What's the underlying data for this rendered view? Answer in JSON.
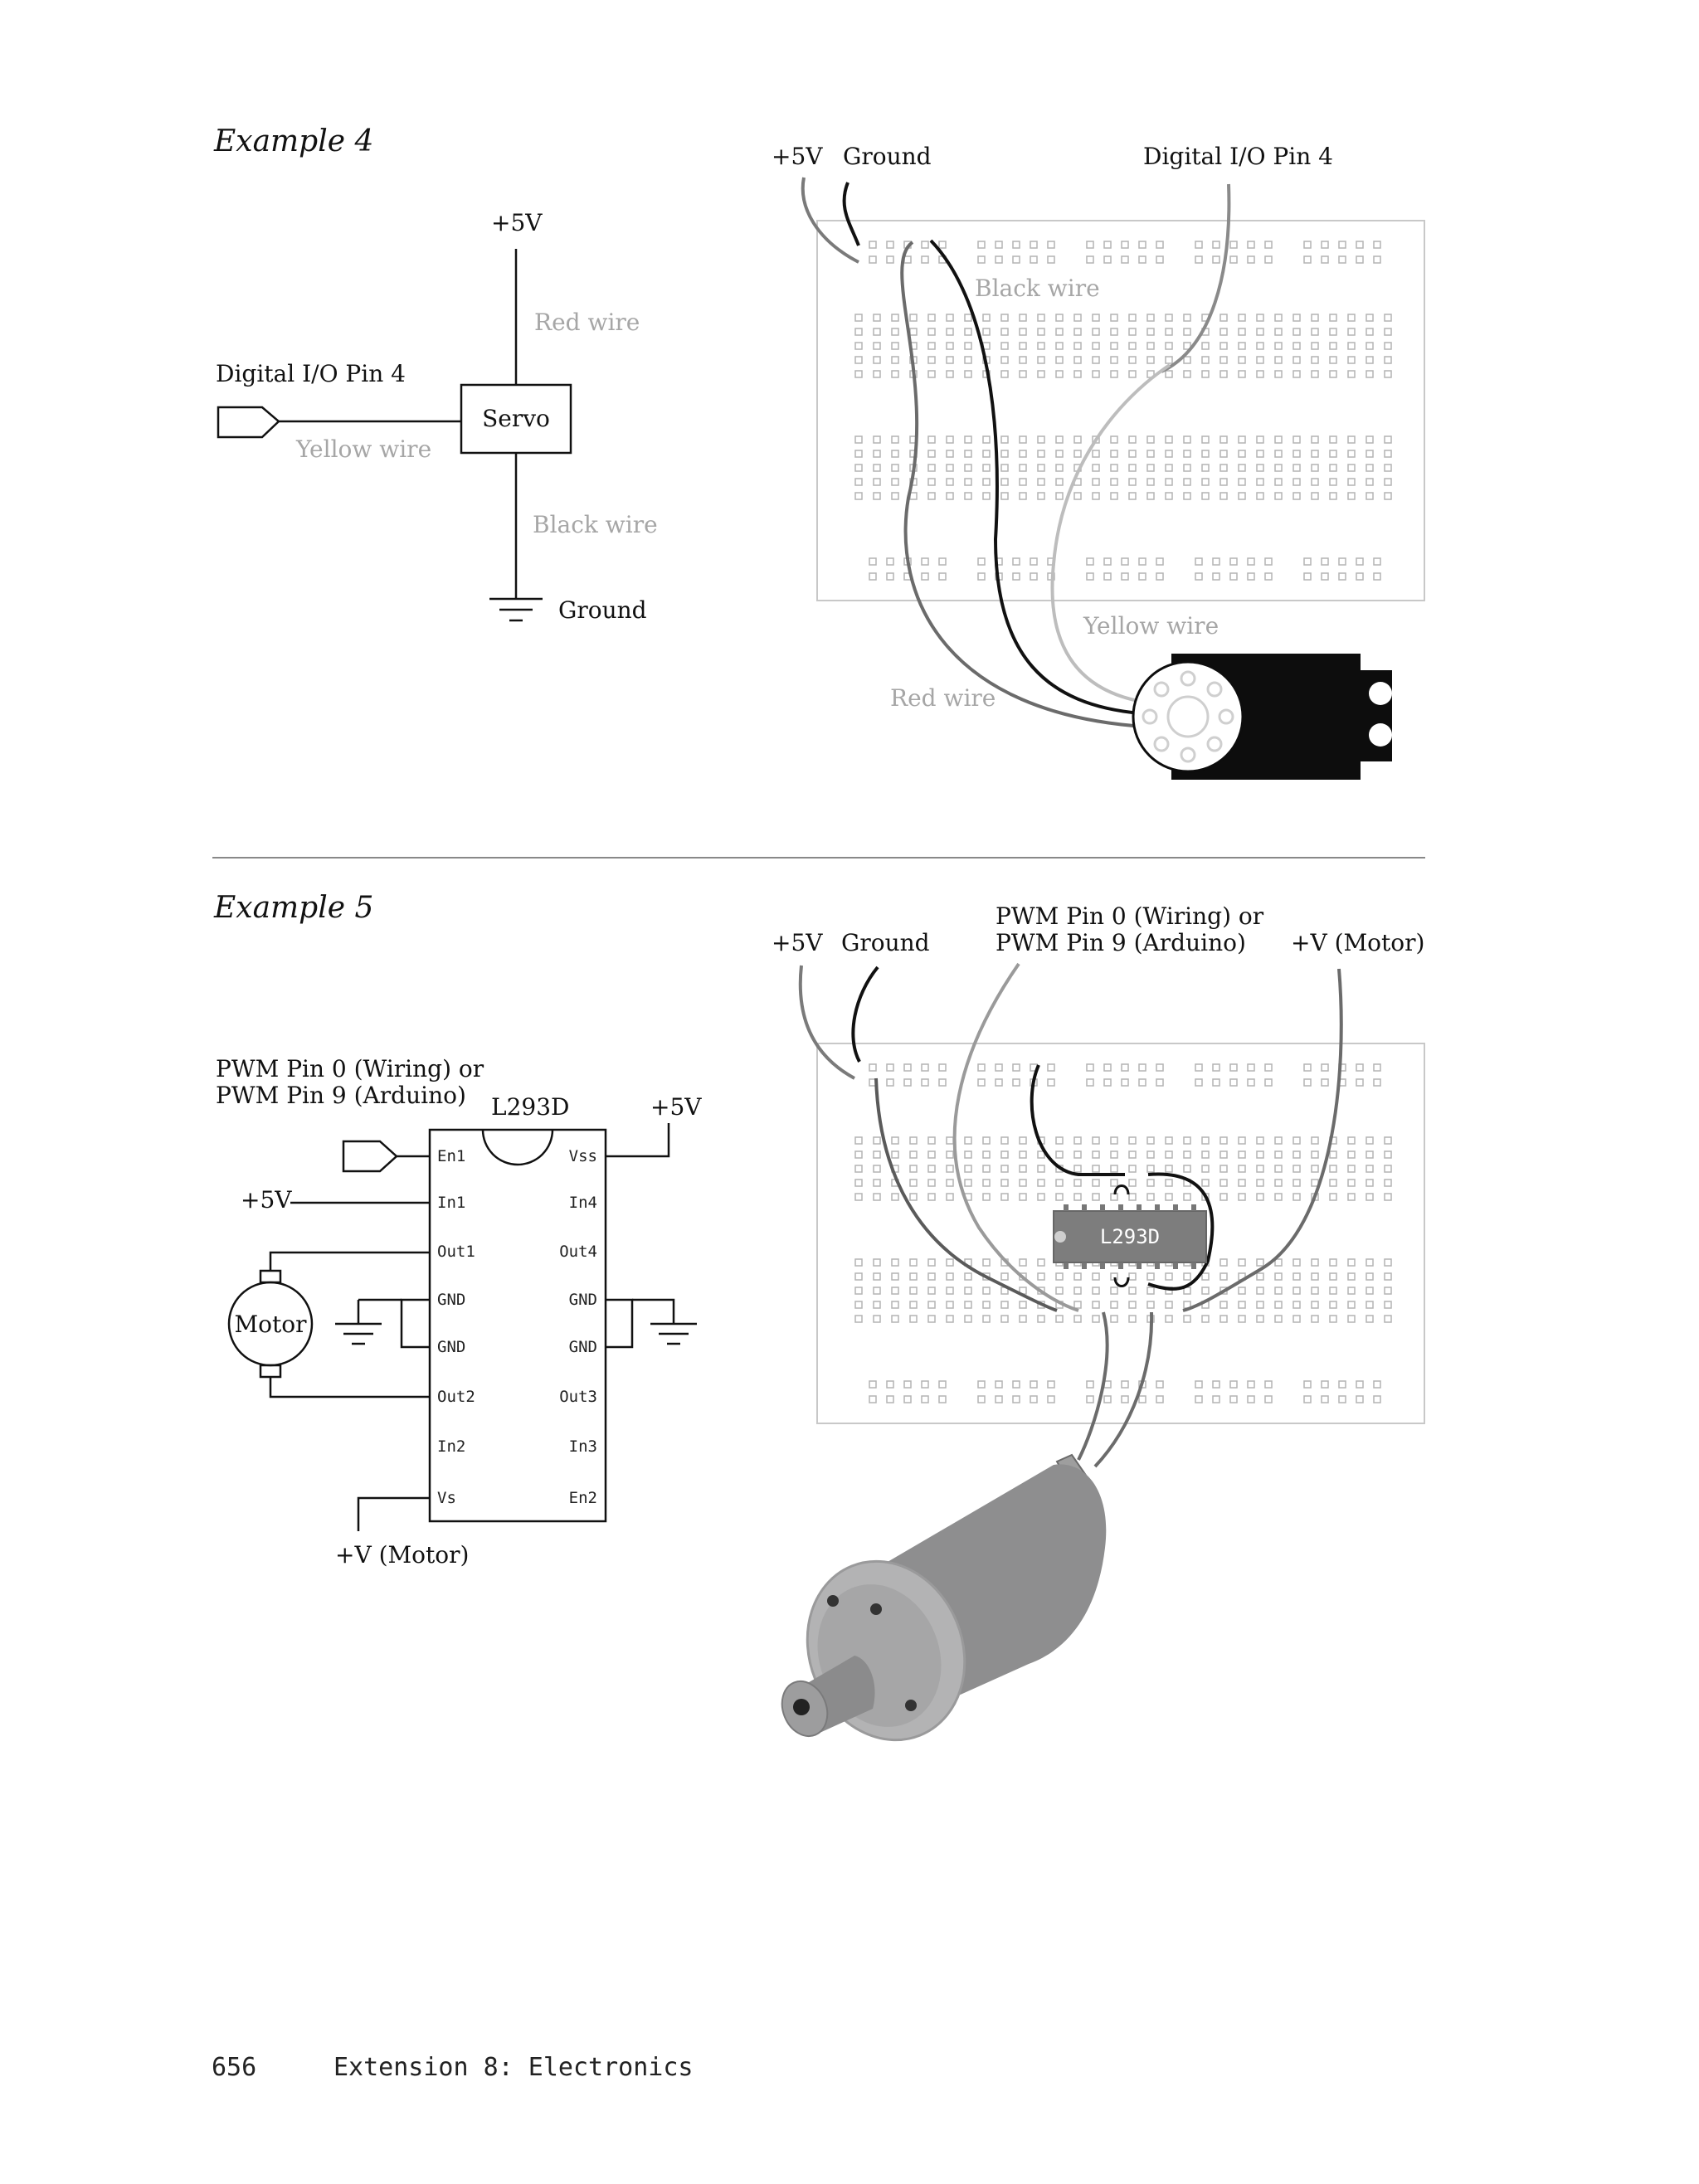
{
  "example4": {
    "heading": "Example 4",
    "schematic": {
      "plus5v": "+5V",
      "red_wire": "Red wire",
      "pin_label": "Digital I/O Pin 4",
      "servo": "Servo",
      "yellow_wire": "Yellow wire",
      "black_wire": "Black wire",
      "ground": "Ground"
    },
    "breadboard": {
      "plus5v": "+5V",
      "ground": "Ground",
      "pin_label": "Digital I/O Pin 4",
      "black_wire": "Black wire",
      "yellow_wire": "Yellow wire",
      "red_wire": "Red wire"
    }
  },
  "example5": {
    "heading": "Example 5",
    "schematic": {
      "pwm_line1": "PWM Pin 0 (Wiring) or",
      "pwm_line2": "PWM Pin 9 (Arduino)",
      "chip": "L293D",
      "vss_supply": "+5V",
      "in1_supply": "+5V",
      "motor": "Motor",
      "motor_supply": "+V (Motor)",
      "pins_left": [
        "En1",
        "In1",
        "Out1",
        "GND",
        "GND",
        "Out2",
        "In2",
        "Vs"
      ],
      "pins_right": [
        "Vss",
        "In4",
        "Out4",
        "GND",
        "GND",
        "Out3",
        "In3",
        "En2"
      ]
    },
    "breadboard": {
      "plus5v": "+5V",
      "ground": "Ground",
      "pwm_line1": "PWM Pin 0 (Wiring) or",
      "pwm_line2": "PWM Pin 9 (Arduino)",
      "motor_supply": "+V (Motor)",
      "chip": "L293D"
    }
  },
  "footer": {
    "page_number": "656",
    "chapter": "Extension 8: Electronics"
  }
}
